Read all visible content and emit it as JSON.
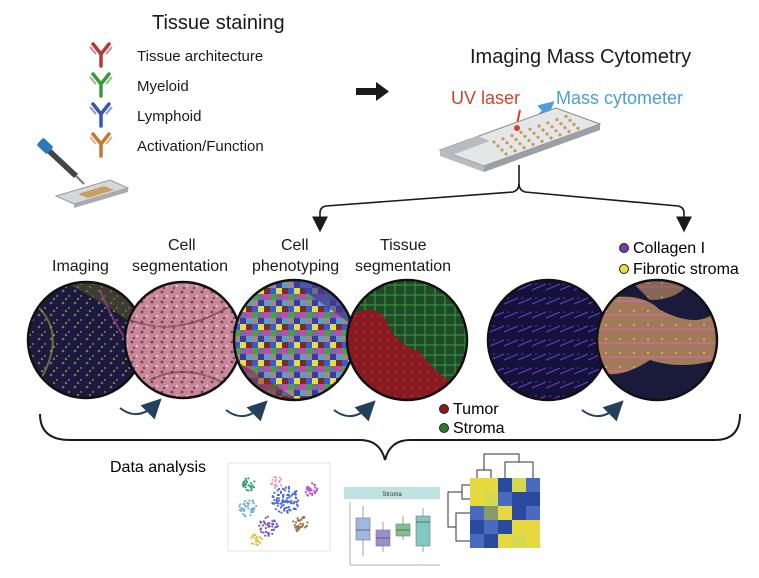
{
  "staining": {
    "title": "Tissue staining",
    "items": [
      {
        "label": "Tissue architecture",
        "color": "#b23a3a"
      },
      {
        "label": "Myeloid",
        "color": "#3c9a3c"
      },
      {
        "label": "Lymphoid",
        "color": "#3a55b0"
      },
      {
        "label": "Activation/Function",
        "color": "#c07a30"
      }
    ]
  },
  "imc": {
    "title": "Imaging Mass Cytometry",
    "laser_label": "UV laser",
    "laser_color": "#d0432a",
    "cytometer_label": "Mass cytometer",
    "cytometer_color": "#4a9fd8"
  },
  "steps": {
    "imaging": "Imaging",
    "cell_segmentation": [
      "Cell",
      "segmentation"
    ],
    "cell_phenotyping": [
      "Cell",
      "phenotyping"
    ],
    "tissue_segmentation": [
      "Tissue",
      "segmentation"
    ]
  },
  "legend_tissue": [
    {
      "label": "Tumor",
      "color": "#8b1a1a"
    },
    {
      "label": "Stroma",
      "color": "#2e7a2e"
    }
  ],
  "legend_collagen": [
    {
      "label": "Collagen I",
      "color": "#7a3db0"
    },
    {
      "label": "Fibrotic stroma",
      "color": "#e8e040"
    }
  ],
  "data_analysis": {
    "label": "Data analysis",
    "boxplot_title": "Stroma"
  }
}
